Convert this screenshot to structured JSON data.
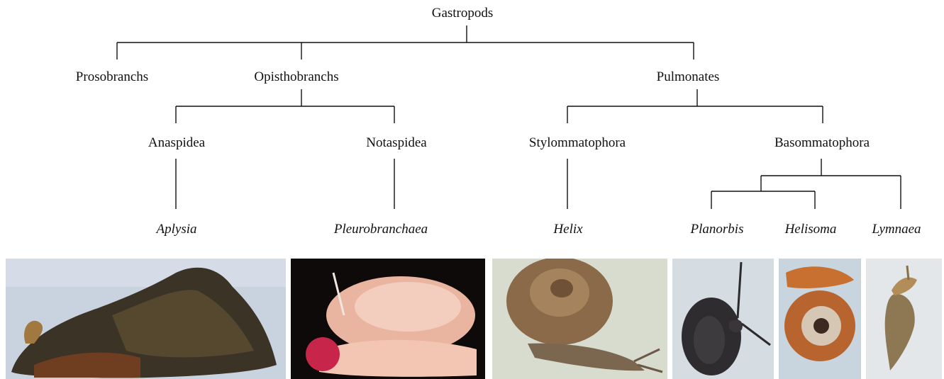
{
  "tree": {
    "root": "Gastropods",
    "subclasses": {
      "prosobranchs": "Prosobranchs",
      "opisthobranchs": "Opisthobranchs",
      "pulmonates": "Pulmonates"
    },
    "orders": {
      "anaspidea": "Anaspidea",
      "notaspidea": "Notaspidea",
      "stylommatophora": "Stylommatophora",
      "basommatophora": "Basommatophora"
    },
    "species": {
      "aplysia": "Aplysia",
      "pleurobranchaea": "Pleurobranchaea",
      "helix": "Helix",
      "planorbis": "Planorbis",
      "helisoma": "Helisoma",
      "lymnaea": "Lymnaea"
    }
  },
  "photos": [
    {
      "name": "aplysia-photo",
      "background": "#c9d2df",
      "animal": "#3b3326"
    },
    {
      "name": "pleurobranchaea-photo",
      "background": "#0e0a0a",
      "animal": "#e9b4a0"
    },
    {
      "name": "helix-photo",
      "background": "#d8dccf",
      "animal": "#8b6a4a"
    },
    {
      "name": "planorbis-photo",
      "background": "#d6dde2",
      "animal": "#2e2c2f"
    },
    {
      "name": "helisoma-photo",
      "background": "#c9d5de",
      "animal": "#b8642f"
    },
    {
      "name": "lymnaea-photo",
      "background": "#e3e7ea",
      "animal": "#8e7753"
    }
  ]
}
